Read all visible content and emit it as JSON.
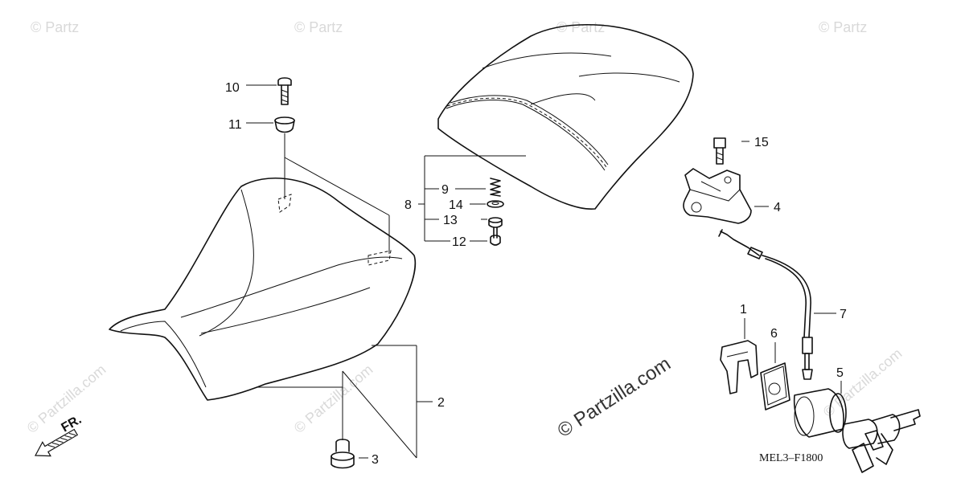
{
  "diagram": {
    "watermark": "© Partzilla.com",
    "corner_watermark": "© Partz",
    "center_watermark": "© Partzilla.com",
    "direction_label": "FR.",
    "figure_code": "MEL3–F1800",
    "callouts": {
      "c1": "1",
      "c2": "2",
      "c3": "3",
      "c4": "4",
      "c5": "5",
      "c6": "6",
      "c7": "7",
      "c8": "8",
      "c9": "9",
      "c10": "10",
      "c11": "11",
      "c12": "12",
      "c13": "13",
      "c14": "14",
      "c15": "15"
    }
  }
}
